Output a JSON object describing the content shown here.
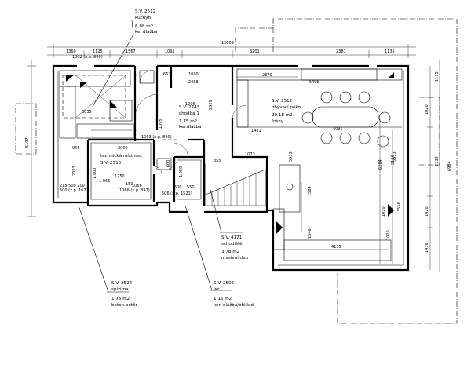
{
  "rooms": {
    "kitchen": {
      "code": "S.V. 2512",
      "name": "kuchyň",
      "area": "6,88 m2",
      "floor": "ker.dlažba"
    },
    "hall": {
      "code": "S.V. 2743",
      "name": "chodba 1",
      "area": "1,75 m2",
      "floor": "ker.dlažba"
    },
    "living": {
      "code": "S.V. 2512",
      "name": "obývací pokoj",
      "area": "29.18 m2",
      "floor": "fošny"
    },
    "tech": {
      "code": "S.V. 2516",
      "name": "technická místnost"
    },
    "stairs": {
      "code": "S.V. 4171",
      "name": "schodiště",
      "area": "3,78 m2",
      "floor": "masivní dub"
    },
    "pantry": {
      "code": "S.V. 2524",
      "name": "spižírna",
      "area": "1,75 m2",
      "floor": "beton.potěr"
    },
    "wc": {
      "code": "S.V. 2505",
      "name": "wc",
      "area": "1,16 m2",
      "floor": "ker. dlažba/obklad"
    }
  },
  "dims": {
    "top_total": "12009",
    "top": [
      "1360",
      "1125",
      "1567",
      "1091",
      "3201",
      "2381",
      "1135"
    ],
    "door_kitchen": "1002 (x.p. 890)",
    "left_total": "5197",
    "right_outer": "6984",
    "right_inner": [
      "1175",
      "1020",
      "2333",
      "1020",
      "1436"
    ],
    "inner": {
      "d667": "667",
      "d1090": "1090",
      "d2468": "2468",
      "d2370": "2370",
      "d5496": "5496",
      "d3035": "3035",
      "d1095": "1095",
      "d2329": "2329",
      "d965": "965",
      "d2000": "2000",
      "d2023": "2023",
      "d855": "855",
      "d1073": "1073",
      "d1481": "1481",
      "d4035": "4035",
      "d5333": "5333",
      "d6284": "6284",
      "d3333": "3333",
      "d1584": "1584",
      "d1546": "1546",
      "d4135": "4135",
      "d1020a": "1020",
      "d1020b": "1020",
      "d1250": "1250",
      "d150": "150",
      "d500": "500",
      "d550": "550",
      "d1066a": "1066 (x.p. 897)",
      "d1066b": "1066",
      "d215": "215 500 200",
      "d500b": "500 (x.p. 1622)",
      "d1966": "1.966",
      "d506": "506 (x.p. 1521)",
      "d1900": "1.900",
      "d1003": "1003 (x.p. 890)",
      "d1096": "1096",
      "d1950": "1.950",
      "d1800": "1.800",
      "d3556": "3556",
      "d2106": "2106"
    }
  }
}
